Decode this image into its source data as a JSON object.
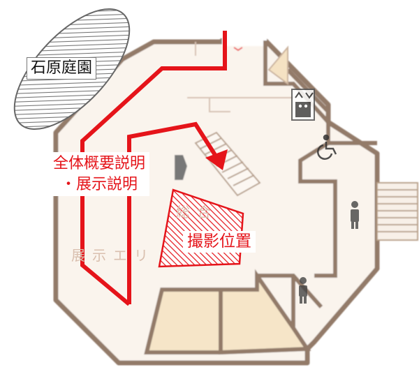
{
  "labels": {
    "garden": "石原庭園",
    "overview_line1": "全体概要説明",
    "overview_line2": "・展示説明",
    "photo_position": "撮影位置"
  },
  "faint_text": {
    "general": "総合",
    "exhibit_area": "展示エリ"
  },
  "colors": {
    "route_red": "#e5141a",
    "floorplan_wall": "#7a5a3c",
    "floor_fill": "#f7efe6",
    "hatch": "#888888"
  },
  "icons": [
    "elevator-icon",
    "wheelchair-icon",
    "restroom-icon",
    "person-icon"
  ]
}
